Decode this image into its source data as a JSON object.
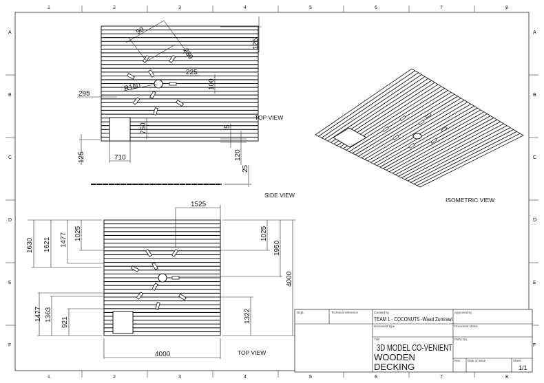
{
  "frame": {
    "columns": [
      "1",
      "2",
      "3",
      "4",
      "5",
      "6",
      "7",
      "8"
    ],
    "rows": [
      "A",
      "B",
      "C",
      "D",
      "E",
      "F"
    ]
  },
  "views": {
    "top_view_label": "TOP VIEW",
    "side_view_label": "SIDE VIEW",
    "isometric_label": "ISOMETRIC VIEW",
    "bottom_top_view_label": "TOP VIEW"
  },
  "dims_top": {
    "d90": "90",
    "d280": "280",
    "d225": "225",
    "d100": "100",
    "r150": "R150",
    "d295": "295",
    "d750": "750",
    "d125_top": "125",
    "d5": "5",
    "d120": "120",
    "d25": "25",
    "d710": "710",
    "d125_left": "125"
  },
  "dims_bottom": {
    "d1525": "1525",
    "d1630": "1630",
    "d1621": "1621",
    "d1477_top": "1477",
    "d1025_left": "1025",
    "d1025_right": "1025",
    "d1950": "1950",
    "d4000_v": "4000",
    "d1477_bot": "1477",
    "d1363": "1363",
    "d921": "921",
    "d1322": "1322",
    "d4000_h": "4000"
  },
  "title_block": {
    "dept_label": "Dept.",
    "tech_ref_label": "Technical reference",
    "created_by_label": "Created by",
    "created_by": "TEAM 1 - COCONUTS -Waad Zumrawi",
    "approved_by_label": "Approved by",
    "doc_type_label": "Document type",
    "doc_status_label": "Document status",
    "title_label": "Title",
    "title_line1": "3D MODEL CO-VENIENT",
    "title_line2": "WOODEN",
    "title_line3": "DECKING",
    "dwg_no_label": "DWG No.",
    "rev_label": "Rev.",
    "date_label": "Date of issue",
    "sheet_label": "Sheet",
    "sheet": "1/1"
  }
}
